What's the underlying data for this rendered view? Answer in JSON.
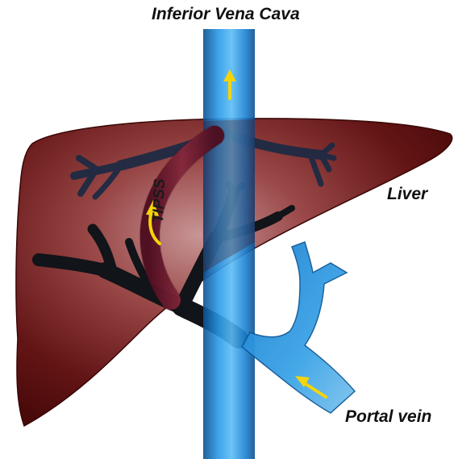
{
  "labels": {
    "ivc": "Inferior Vena Cava",
    "liver": "Liver",
    "tipss": "TIPSS",
    "portal_vein": "Portal vein"
  },
  "colors": {
    "liver": "#5a0c0c",
    "liver_highlight": "#b06b6b",
    "vessel_blue": "#1e88d8",
    "vessel_blue_dark": "#0e5fa6",
    "hepatic_veins": "#1b2a44",
    "portal_branches": "#111418",
    "shunt": "#7a1e32",
    "arrow": "#f5d40a"
  },
  "icons": {
    "flow_arrow": "arrow-icon",
    "shunt_arrow": "curved-arrow-icon"
  }
}
